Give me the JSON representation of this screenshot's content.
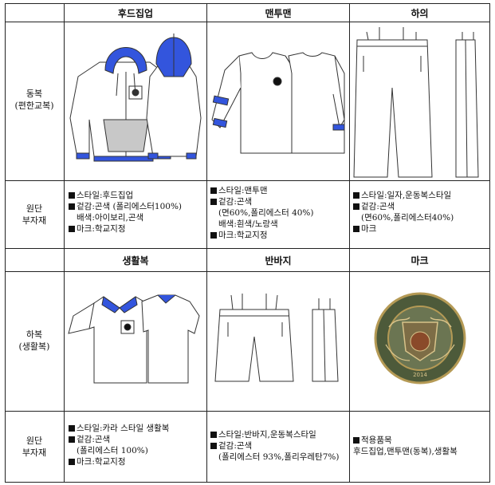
{
  "headers_top": [
    "후드집업",
    "맨투맨",
    "하의"
  ],
  "headers_bottom": [
    "생활복",
    "반바지",
    "마크"
  ],
  "row_winter": {
    "line1": "동복",
    "line2": "(편한교복)"
  },
  "row_material_1": {
    "line1": "원단",
    "line2": "부자재"
  },
  "row_summer": {
    "line1": "하복",
    "line2": "(생활복)"
  },
  "row_material_2": {
    "line1": "원단",
    "line2": "부자재"
  },
  "hoodie_spec": [
    "스타일:후드집업",
    "겉감:곤색 (폴리에스터100%)",
    "배색:아이보리,곤색",
    "마크:학교지정"
  ],
  "sweat_spec": [
    "스타일:맨투맨",
    "겉감:곤색",
    "(면60%,폴리에스터 40%)",
    "배색:흰색/노랑색",
    "마크:학교지정"
  ],
  "pants_spec": [
    "스타일:일자,운동복스타일",
    "겉감:곤색",
    "(면60%,폴리에스터40%)",
    "마크"
  ],
  "polo_spec": [
    "스타일:카라 스타일 생활복",
    "겉감:곤색",
    "(폴리에스터 100%)",
    "마크:학교지정"
  ],
  "shorts_spec": [
    "스타일:반바지,운동복스타일",
    "겉감:곤색",
    "(폴리에스터 93%,폴리우레탄7%)"
  ],
  "mark_spec": [
    "적용품목",
    "후드집업,맨투맨(동복),생활복"
  ],
  "emblem_year": "2014",
  "colors": {
    "accent_blue": "#3355dd",
    "garment_gray": "#c8c8c8",
    "emblem_gold": "#b59a55",
    "emblem_green": "#4d5a3a"
  }
}
